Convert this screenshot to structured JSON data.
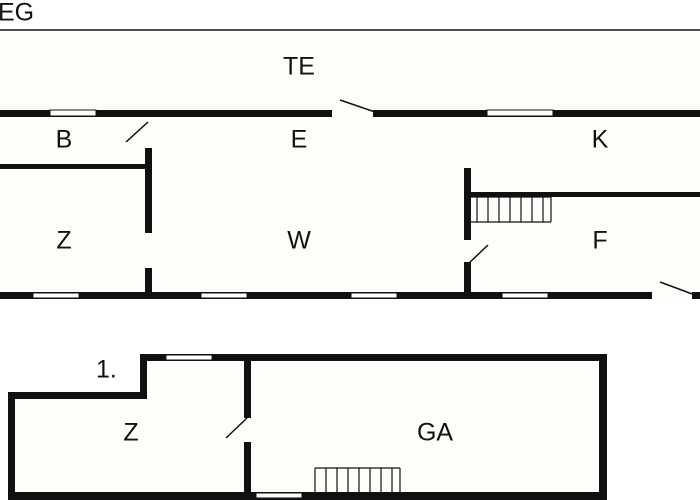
{
  "header": {
    "floor_label": "EG"
  },
  "upper_plan": {
    "rooms": {
      "terrace": "TE",
      "bath": "B",
      "entrance": "E",
      "kitchen": "K",
      "room_left": "Z",
      "living": "W",
      "hall": "F"
    }
  },
  "lower_plan": {
    "level_label": "1.",
    "rooms": {
      "room": "Z",
      "garage": "GA"
    }
  }
}
